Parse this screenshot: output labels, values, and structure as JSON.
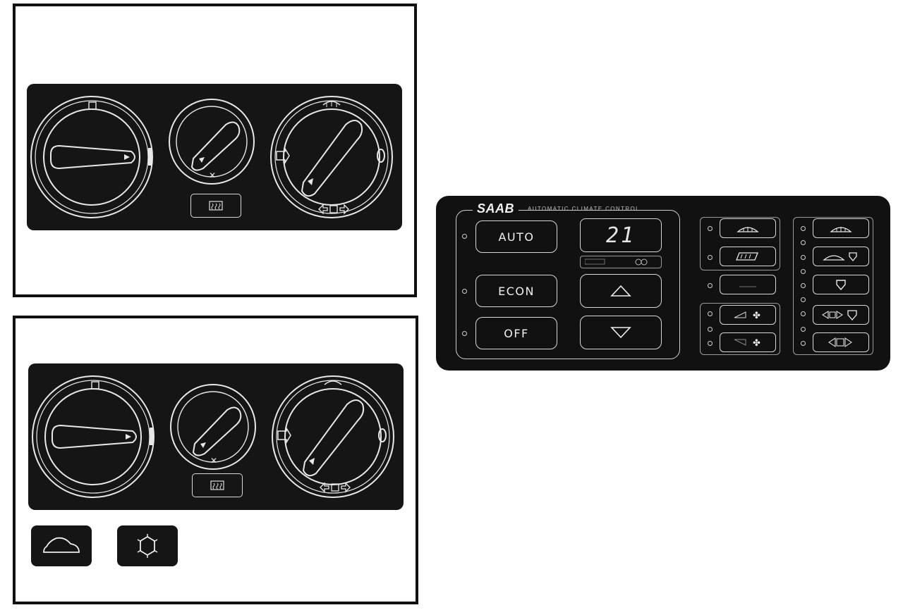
{
  "saab_panel": {
    "brand": "SAAB",
    "subtitle": "AUTOMATIC CLIMATE CONTROL",
    "buttons": {
      "auto": "AUTO",
      "econ": "ECON",
      "off": "OFF"
    },
    "temperature_display": "21"
  },
  "icons": {
    "recirculation": "car-recirculation-icon",
    "ac": "ac-snowflake-icon",
    "fan": "fan-icon",
    "windscreen": "windscreen-defrost-icon",
    "rear_window": "rear-window-defrost-icon",
    "floor": "floor-vent-icon",
    "face": "face-vent-icon"
  }
}
